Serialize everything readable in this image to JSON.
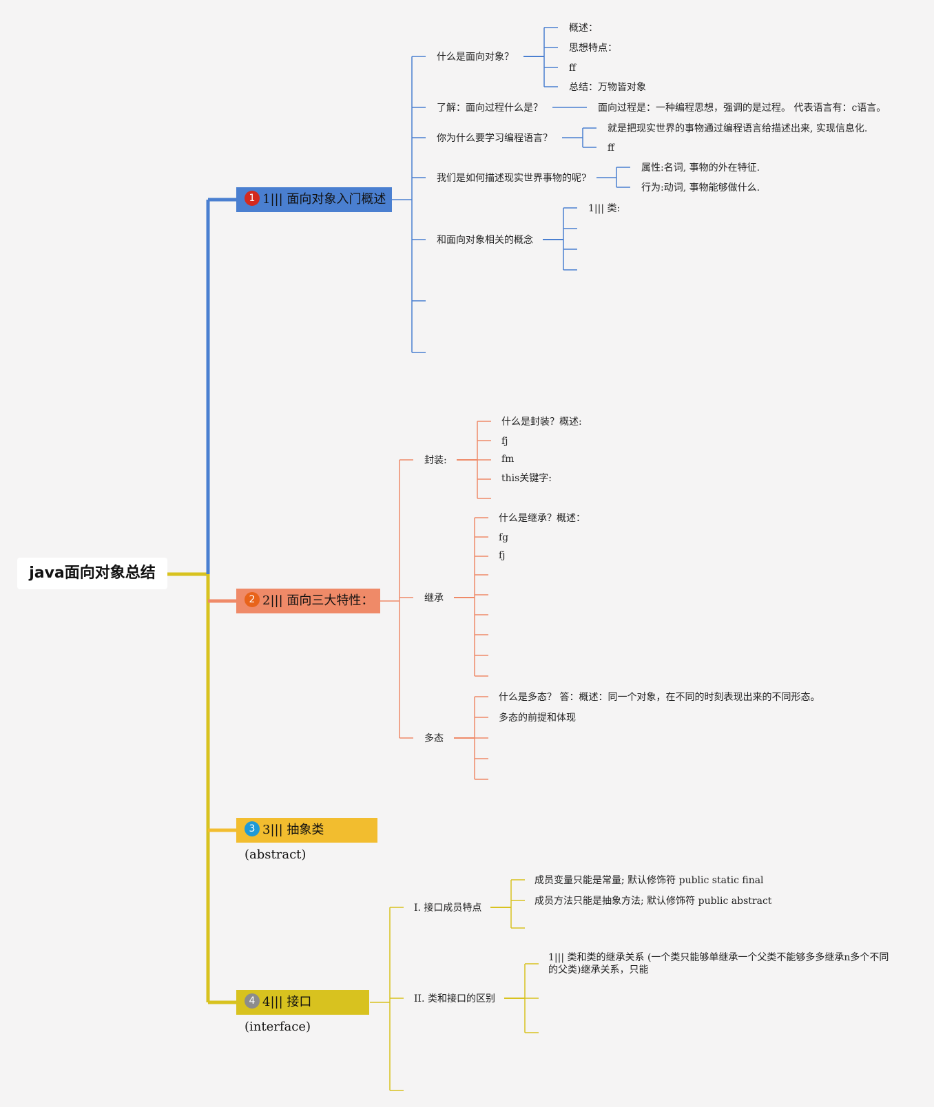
{
  "root": "java面向对象总结",
  "branches": [
    {
      "badge": "1",
      "label": "1||| 面向对象入门概述",
      "color": "#4a7fd0",
      "badge_color": "#d42a1e",
      "children": [
        {
          "label": "什么是面向对象？",
          "children": [
            "概述：",
            "思想特点：",
            "ff",
            "总结：万物皆对象"
          ]
        },
        {
          "label": "了解：面向过程什么是？",
          "children": [
            "面向过程是：一种编程思想，强调的是过程。 代表语言有：c语言。"
          ]
        },
        {
          "label": "你为什么要学习编程语言？",
          "children": [
            "就是把现实世界的事物通过编程语言给描述出来, 实现信息化.",
            "ff"
          ]
        },
        {
          "label": "我们是如何描述现实世界事物的呢?",
          "children": [
            "属性:名词, 事物的外在特征.",
            "行为:动词, 事物能够做什么."
          ]
        },
        {
          "label": "和面向对象相关的概念",
          "children": [
            "1||| 类:",
            "",
            "",
            ""
          ]
        },
        {
          "label": "",
          "children": []
        },
        {
          "label": "",
          "children": []
        }
      ]
    },
    {
      "badge": "2",
      "label": "2||| 面向三大特性：",
      "color": "#ef8a68",
      "badge_color": "#e8631a",
      "children": [
        {
          "label": "封装:",
          "children": [
            "什么是封装？概述:",
            "fj",
            "fm",
            "this关键字:"
          ]
        },
        {
          "label": "继承",
          "children": [
            "什么是继承？概述：",
            "fg",
            "fj",
            "",
            "",
            "",
            "",
            "",
            ""
          ]
        },
        {
          "label": "多态",
          "children": [
            "什么是多态？ 答：概述：同一个对象，在不同的时刻表现出来的不同形态。",
            "多态的前提和体现",
            "",
            "",
            ""
          ]
        }
      ]
    },
    {
      "badge": "3",
      "label": "3||| 抽象类(abstract)",
      "color": "#f2bd2f",
      "badge_color": "#1f9ad6",
      "children": []
    },
    {
      "badge": "4",
      "label": "4||| 接口(interface)",
      "color": "#d8c21f",
      "badge_color": "#8c8c8c",
      "children": [
        {
          "label": "I. 接口成员特点",
          "children": [
            "成员变量只能是常量; 默认修饰符 public static final",
            "成员方法只能是抽象方法; 默认修饰符 public abstract",
            ""
          ]
        },
        {
          "label": "II. 类和接口的区别",
          "children": [
            "1||| 类和类的继承关系 (一个类只能够单继承一个父类不能够多多继承n多个不同的父类)继承关系，只能",
            "",
            ""
          ]
        },
        {
          "label": "",
          "children": []
        }
      ]
    }
  ]
}
